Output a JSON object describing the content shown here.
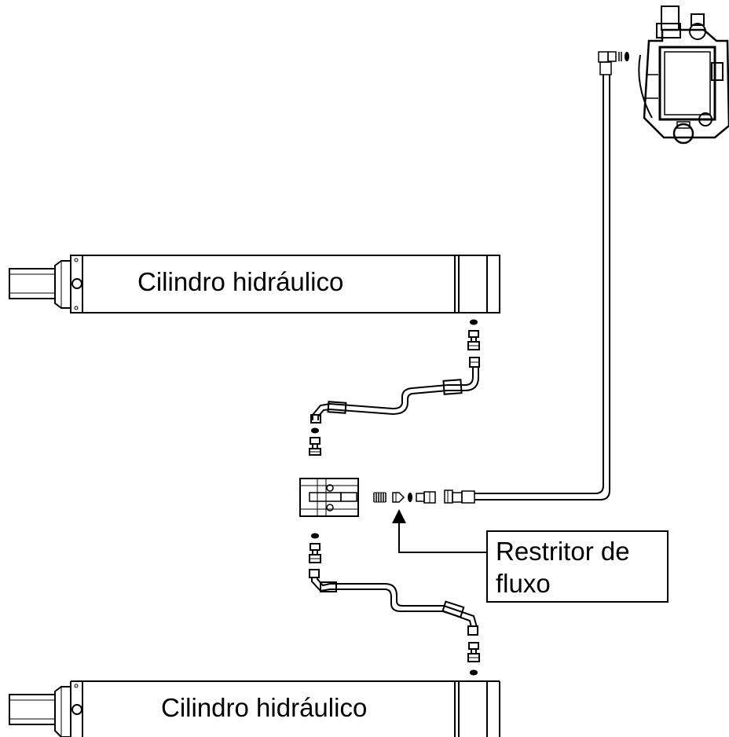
{
  "labels": {
    "cylinder_top": "Cilindro hidráulico",
    "cylinder_bottom": "Cilindro hidráulico",
    "flow_restrictor": "Restritor de fluxo"
  },
  "colors": {
    "line": "#000000",
    "background": "#ffffff"
  },
  "components": {
    "cylinders": 2,
    "valve_block": 1,
    "hoses": 3,
    "pump": 1
  }
}
